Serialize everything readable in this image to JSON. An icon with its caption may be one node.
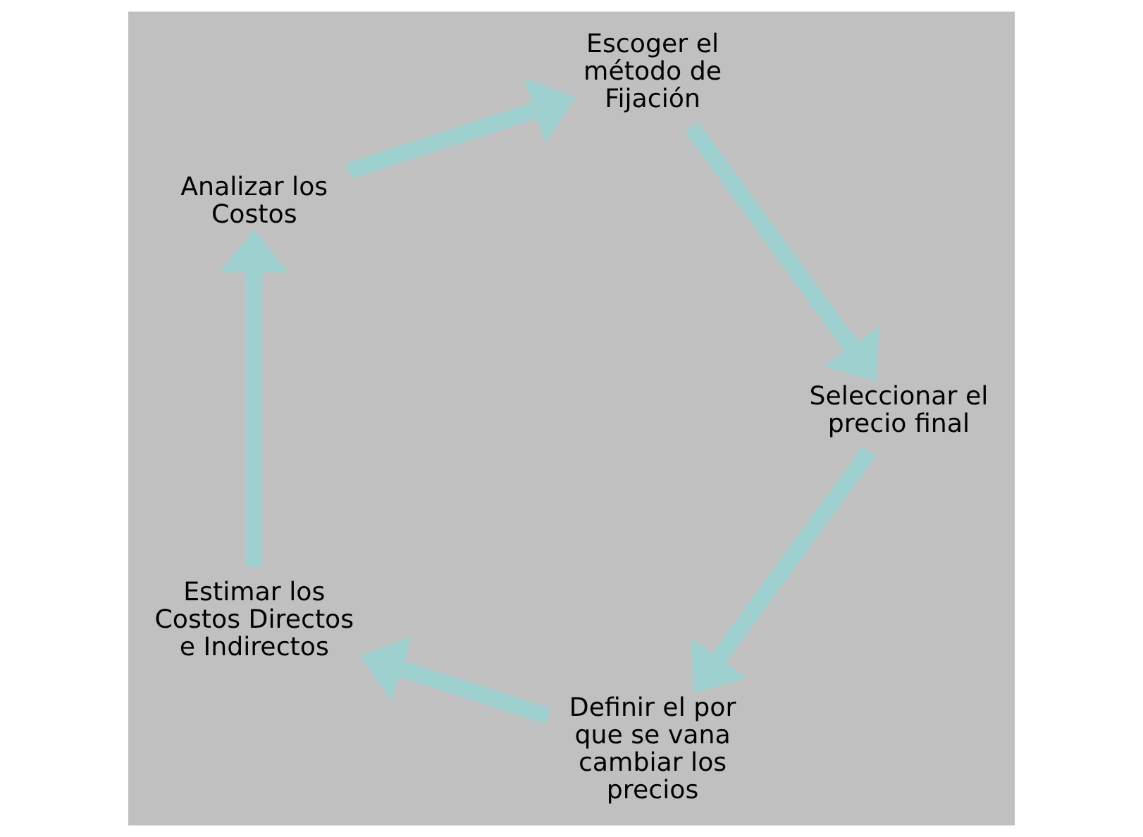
{
  "diagram": {
    "nodes": [
      {
        "text": [
          "Definir el por que se vana cambiar los precios"
        ]
      },
      {
        "text": [
          "Estimar los Costos Directos e Indirectos"
        ]
      },
      {
        "text": [
          "Analizar los Costos"
        ]
      },
      {
        "text": [
          "Escoger el método de Fijación"
        ]
      },
      {
        "text": [
          "Seleccionar el precio final"
        ]
      }
    ],
    "edges": [
      {
        "from": 0,
        "to": 1,
        "arrow": "to"
      },
      {
        "from": 1,
        "to": 2,
        "arrow": "to"
      },
      {
        "from": 2,
        "to": 3,
        "arrow": "to"
      },
      {
        "from": 3,
        "to": 4,
        "arrow": "to"
      },
      {
        "from": 4,
        "to": 0,
        "arrow": "to"
      }
    ]
  }
}
